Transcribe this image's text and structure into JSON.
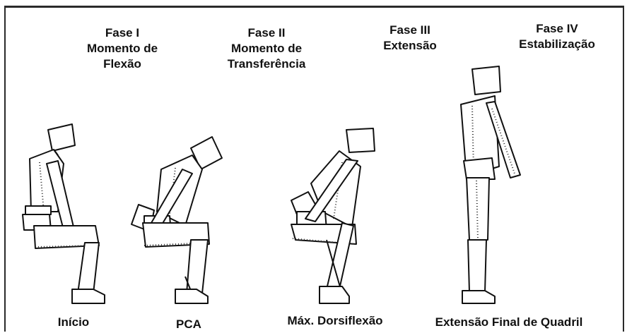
{
  "phases": [
    {
      "title": "Fase I",
      "lines": [
        "Momento de",
        "Flexão"
      ]
    },
    {
      "title": "Fase II",
      "lines": [
        "Momento de",
        "Transferência"
      ]
    },
    {
      "title": "Fase III",
      "lines": [
        "Extensão"
      ]
    },
    {
      "title": "Fase IV",
      "lines": [
        "Estabilização"
      ]
    }
  ],
  "captions": [
    "Início",
    "PCA",
    "Máx. Dorsiflexão",
    "Extensão Final de Quadril"
  ]
}
